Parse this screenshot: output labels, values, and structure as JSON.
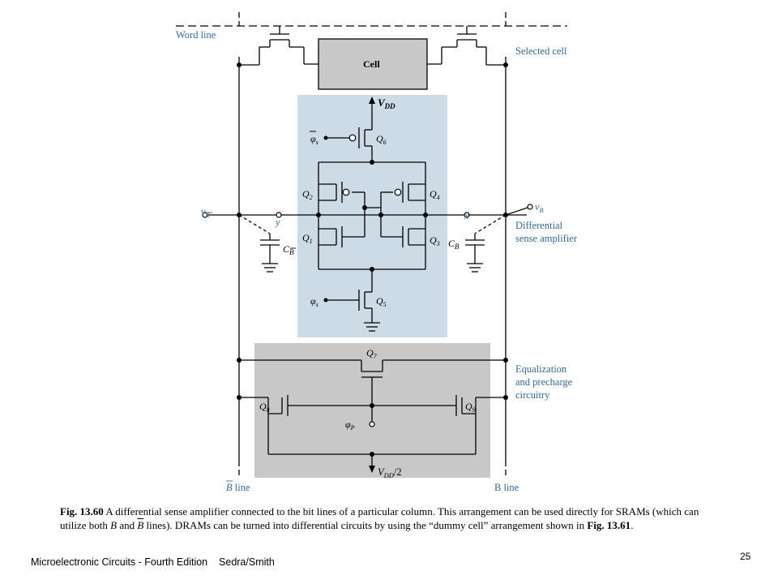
{
  "diagram": {
    "word_line": "Word line",
    "cell": "Cell",
    "selected_cell": "Selected cell",
    "vdd": "V",
    "vdd_sub": "DD",
    "phi_s_bar": "φ",
    "phi_s_bar_sub": "s",
    "phi_s": "φ",
    "phi_s_sub": "s",
    "q1": "Q",
    "q1_sub": "1",
    "q2": "Q",
    "q2_sub": "2",
    "q3": "Q",
    "q3_sub": "3",
    "q4": "Q",
    "q4_sub": "4",
    "q5": "Q",
    "q5_sub": "5",
    "q6": "Q",
    "q6_sub": "6",
    "q7": "Q",
    "q7_sub": "7",
    "q8": "Q",
    "q8_sub": "8",
    "q9": "Q",
    "q9_sub": "9",
    "v_bbar": "v",
    "v_bbar_sub": "B",
    "v_b": "v",
    "v_b_sub": "B",
    "node_y": "y",
    "node_x": "x",
    "c_bbar": "C",
    "c_bbar_sub": "B",
    "c_b": "C",
    "c_b_sub": "B",
    "diff_sense_1": "Differential",
    "diff_sense_2": "sense amplifier",
    "equal_1": "Equalization",
    "equal_2": "and precharge",
    "equal_3": "circuitry",
    "phi_p": "φ",
    "phi_p_sub": "P",
    "vdd2": "V",
    "vdd2_sub": "DD",
    "vdd2_suffix": "/2",
    "bbar_line_letter": "B",
    "bbar_line_word": " line",
    "b_line": "B line"
  },
  "caption": {
    "fig_label": "Fig. 13.60",
    "text_1": "  A differential sense amplifier connected to the bit lines of a particular column.  This arrangement can be used directly for SRAMs (which can utilize both ",
    "b1": "B",
    "text_2": " and ",
    "b2": "B",
    "text_3": " lines).  DRAMs can be turned into differential circuits by using the “dummy cell” arrangement shown in ",
    "fig_ref": "Fig. 13.61",
    "text_4": "."
  },
  "footer": {
    "title": "Microelectronic Circuits - Fourth Edition",
    "authors": "Sedra/Smith",
    "page": "25"
  },
  "colors": {
    "sense_bg": "#ccdbe6",
    "equal_bg": "#c8c8c8",
    "cell_bg": "#c8c8c8",
    "label_blue": "#2f6aa3"
  }
}
